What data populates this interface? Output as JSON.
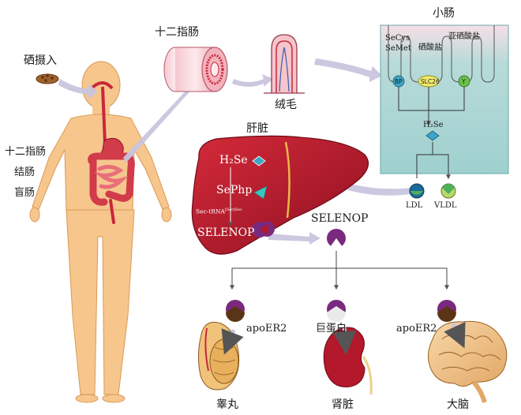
{
  "labels": {
    "selenium_intake": "硒摄入",
    "duodenum_body": "十二指肠",
    "colon": "结肠",
    "cecum": "盲肠",
    "duodenum_top": "十二指肠",
    "villi": "绒毛",
    "small_intestine": "小肠",
    "liver": "肝脏",
    "secys": "SeCys",
    "semet": "SeMet",
    "selenate": "硒酸盐",
    "selenite": "亚硒酸盐",
    "transporter_bp": "BP",
    "transporter_slc26": "SLC26",
    "transporter_y": "Y",
    "h2se_intestine": "H₂Se",
    "ldl": "LDL",
    "vldl": "VLDL",
    "h2se_liver": "H₂Se",
    "sephp": "SePhp",
    "sec_trna": "Sec-tRNA",
    "sec_trna_sup": "[Ser]Sec",
    "selenop_liver": "SELENOP",
    "selenop_center": "SELENOP",
    "apoer2_left": "apoER2",
    "megalin": "巨蛋白",
    "apoer2_right": "apoER2",
    "testis": "睾丸",
    "kidney": "肾脏",
    "brain": "大脑"
  },
  "colors": {
    "skin": "#f6c68d",
    "organ_red": "#c8283a",
    "liver_red": "#b3182b",
    "intestine_panel": "#a9d7d6",
    "selenop_purple": "#7a2a7e",
    "arrow": "#c9c5de"
  }
}
